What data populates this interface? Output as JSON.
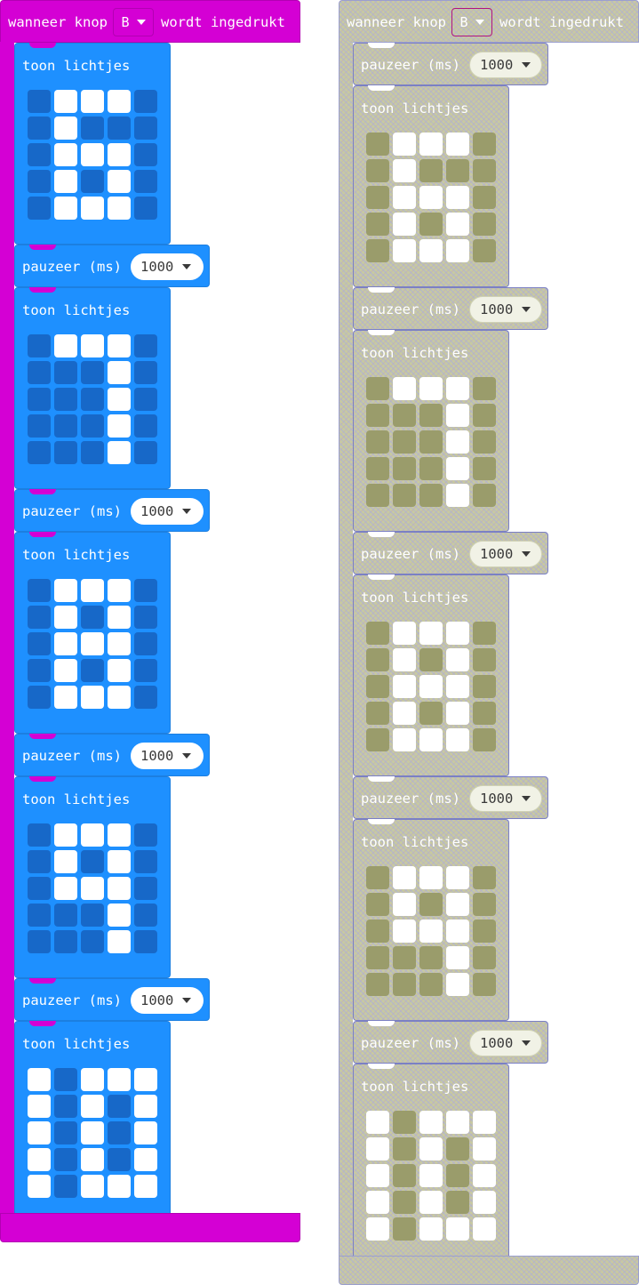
{
  "event": {
    "prefix": "wanneer knop",
    "button_value": "B",
    "suffix": "wordt ingedrukt"
  },
  "labels": {
    "show_leds": "toon lichtjes",
    "pause": "pauzeer (ms)"
  },
  "colors": {
    "event_hat": "#d400d4",
    "basic_block": "#1e90ff",
    "led_on": "#ffffff",
    "led_off": "#1768c8",
    "disabled_fill": "#c7c9a2",
    "disabled_led_off": "#9a9c6b"
  },
  "stacks": [
    {
      "name": "enabled-stack",
      "disabled": false,
      "steps": [
        {
          "type": "show",
          "leds": [
            "01110",
            "01000",
            "01110",
            "01010",
            "01110"
          ]
        },
        {
          "type": "pause",
          "ms": "1000"
        },
        {
          "type": "show",
          "leds": [
            "01110",
            "00010",
            "00010",
            "00010",
            "00010"
          ]
        },
        {
          "type": "pause",
          "ms": "1000"
        },
        {
          "type": "show",
          "leds": [
            "01110",
            "01010",
            "01110",
            "01010",
            "01110"
          ]
        },
        {
          "type": "pause",
          "ms": "1000"
        },
        {
          "type": "show",
          "leds": [
            "01110",
            "01010",
            "01110",
            "00010",
            "00010"
          ]
        },
        {
          "type": "pause",
          "ms": "1000"
        },
        {
          "type": "show",
          "leds": [
            "10111",
            "10101",
            "10101",
            "10101",
            "10111"
          ]
        }
      ]
    },
    {
      "name": "disabled-stack",
      "disabled": true,
      "steps": [
        {
          "type": "pause",
          "ms": "1000"
        },
        {
          "type": "show",
          "leds": [
            "01110",
            "01000",
            "01110",
            "01010",
            "01110"
          ]
        },
        {
          "type": "pause",
          "ms": "1000"
        },
        {
          "type": "show",
          "leds": [
            "01110",
            "00010",
            "00010",
            "00010",
            "00010"
          ]
        },
        {
          "type": "pause",
          "ms": "1000"
        },
        {
          "type": "show",
          "leds": [
            "01110",
            "01010",
            "01110",
            "01010",
            "01110"
          ]
        },
        {
          "type": "pause",
          "ms": "1000"
        },
        {
          "type": "show",
          "leds": [
            "01110",
            "01010",
            "01110",
            "00010",
            "00010"
          ]
        },
        {
          "type": "pause",
          "ms": "1000"
        },
        {
          "type": "show",
          "leds": [
            "10111",
            "10101",
            "10101",
            "10101",
            "10111"
          ]
        }
      ]
    }
  ]
}
